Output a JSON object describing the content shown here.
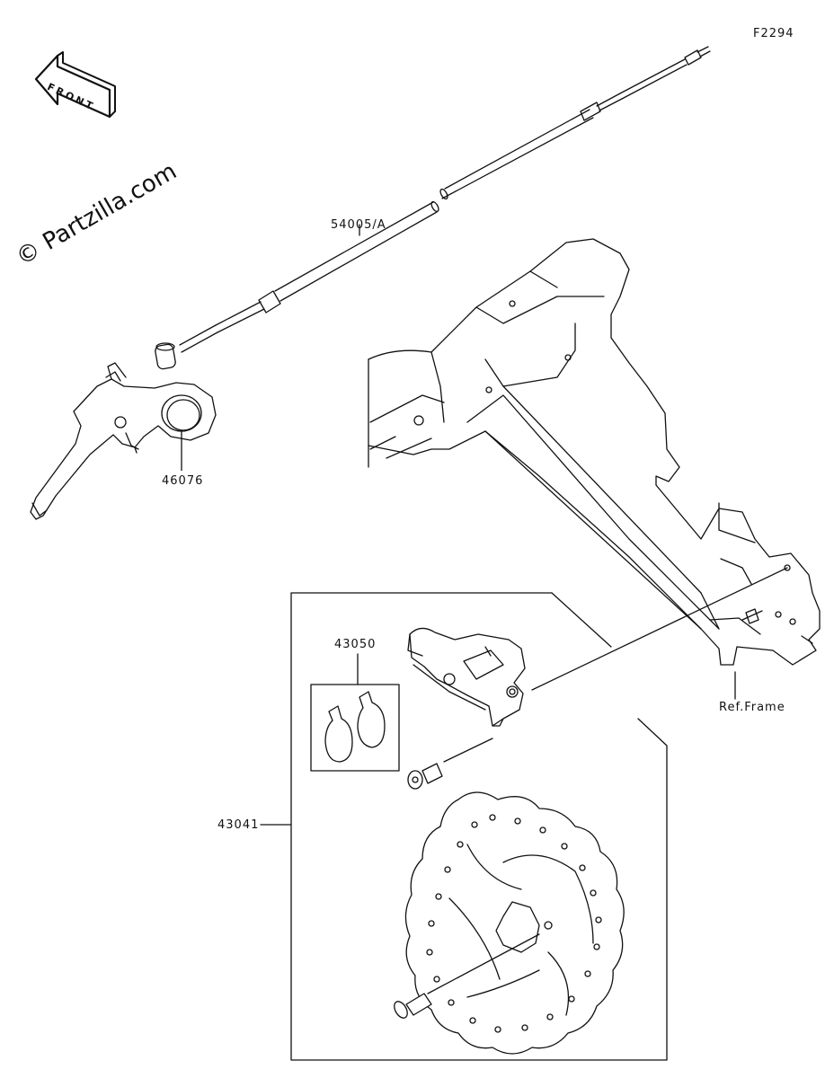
{
  "figure_code": "F2294",
  "watermark": "© Partzilla.com",
  "front_arrow_label": "FRONT",
  "callouts": {
    "cable": "54005/A",
    "lever": "46076",
    "pads": "43050",
    "caliper_assembly": "43041",
    "frame_ref": "Ref.Frame"
  }
}
